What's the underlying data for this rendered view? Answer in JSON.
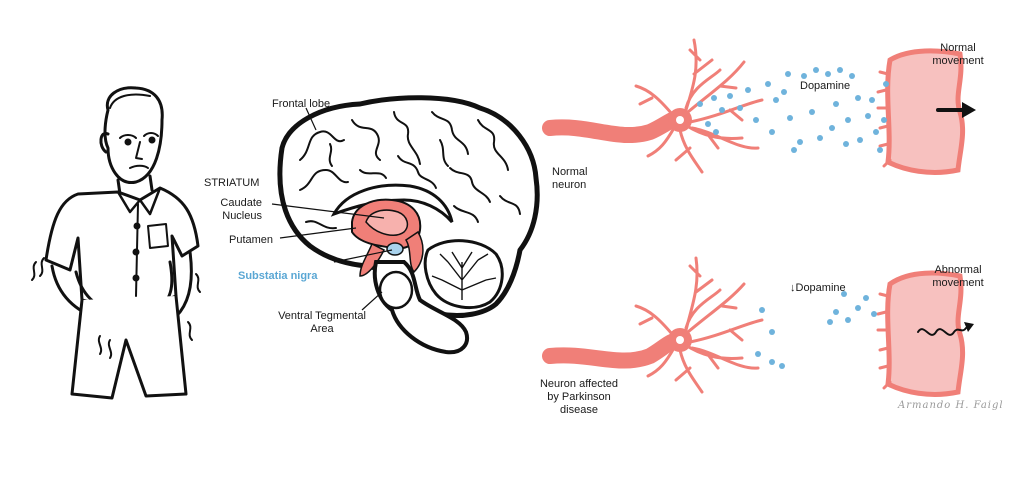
{
  "brain": {
    "frontal_lobe": "Frontal lobe",
    "striatum": "STRIATUM",
    "caudate_line1": "Caudate",
    "caudate_line2": "Nucleus",
    "putamen": "Putamen",
    "substantia_nigra": "Substatia nigra",
    "vta_line1": "Ventral Tegmental",
    "vta_line2": "Area"
  },
  "normal": {
    "neuron_line1": "Normal",
    "neuron_line2": "neuron",
    "transmitter": "Dopamine",
    "movement_line1": "Normal",
    "movement_line2": "movement"
  },
  "affected": {
    "neuron_line1": "Neuron affected",
    "neuron_line2": "by Parkinson",
    "neuron_line3": "disease",
    "transmitter": "↓Dopamine",
    "movement_line1": "Abnormal",
    "movement_line2": "movement"
  },
  "signature": "Armando H. Faigl",
  "colors": {
    "neuron": "#f07f78",
    "receptor": "#f7c1bf",
    "dopamine": "#6fb3dc",
    "highlight_blue": "#5aa7d4",
    "ink": "#111111"
  }
}
